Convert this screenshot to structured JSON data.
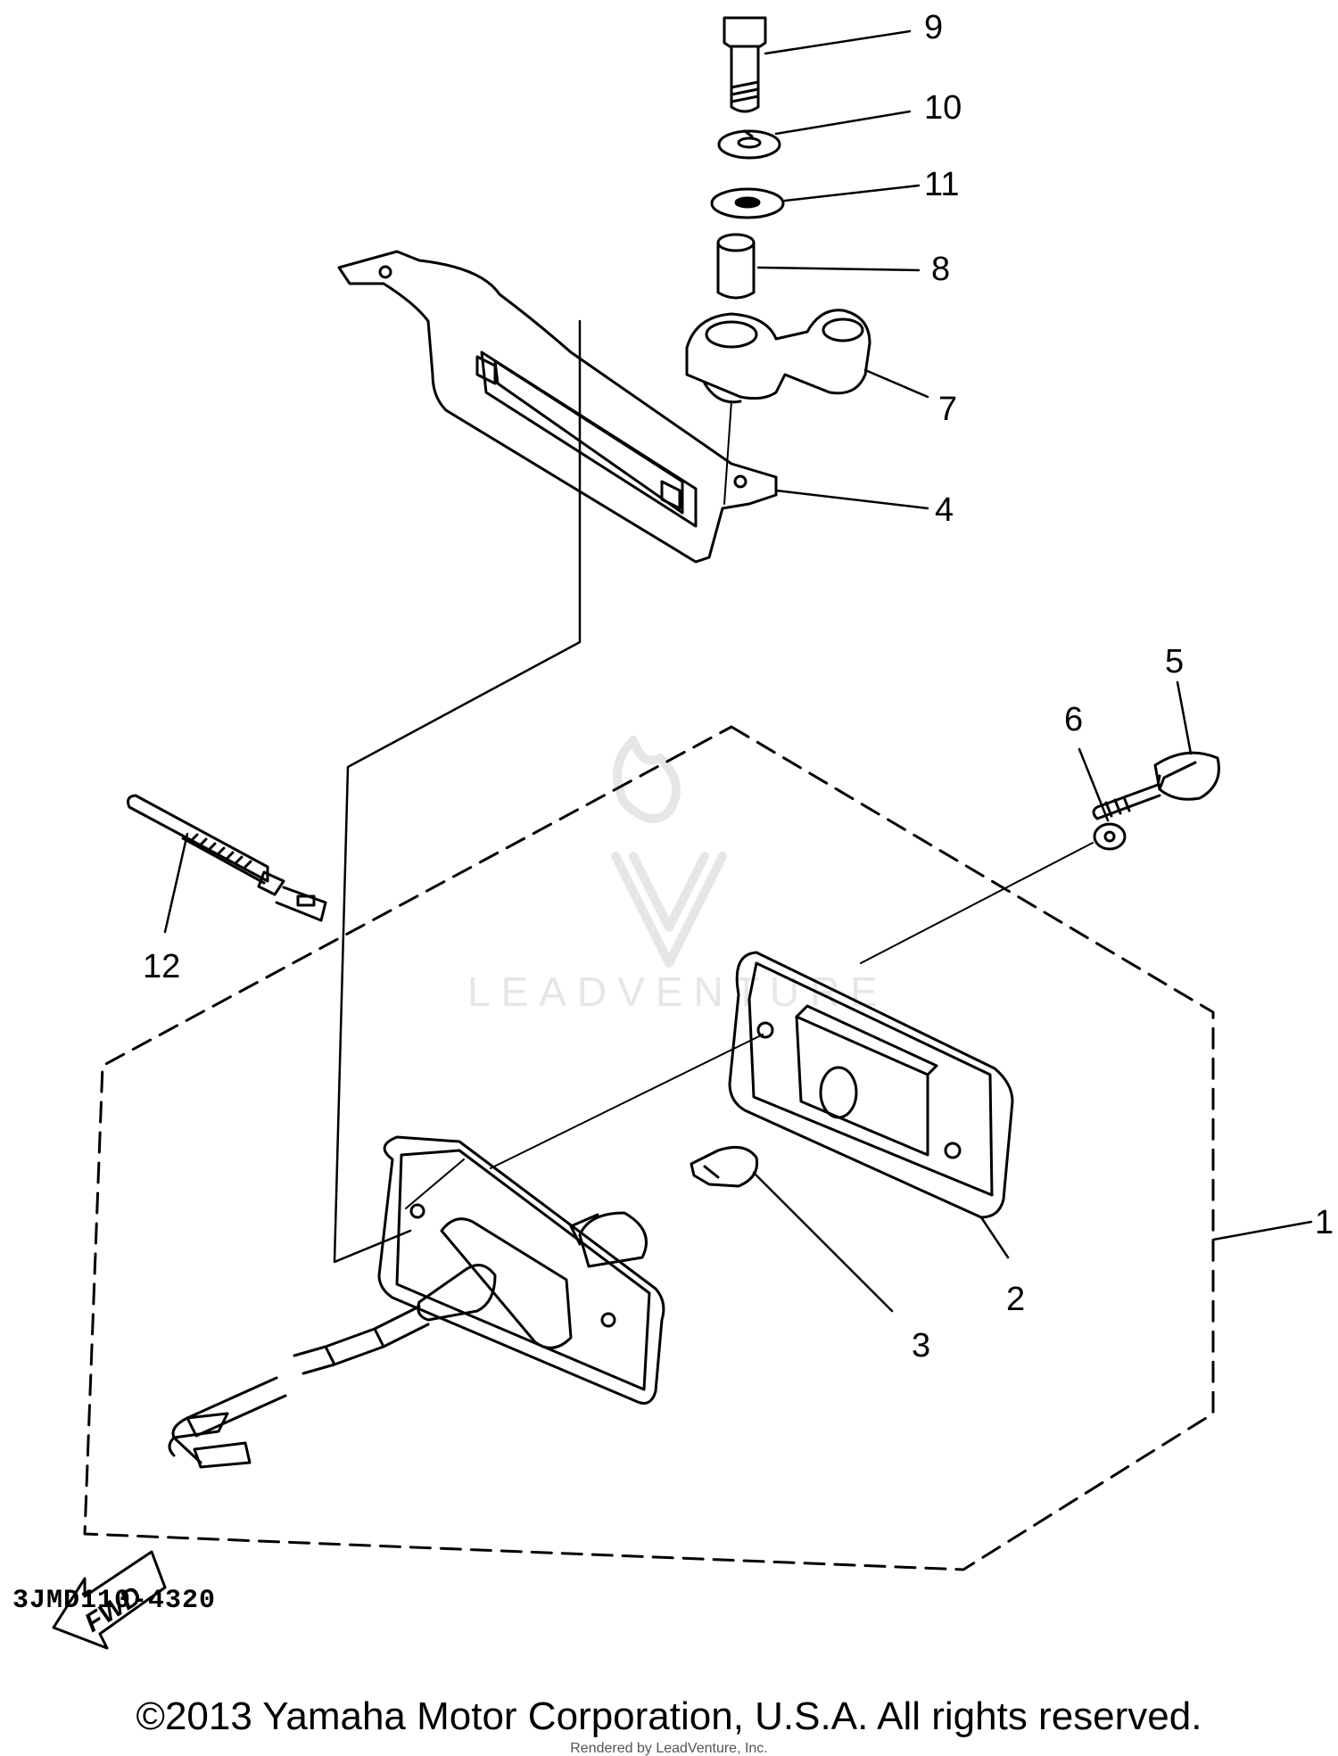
{
  "callouts": [
    {
      "id": "1",
      "label": "1"
    },
    {
      "id": "2",
      "label": "2"
    },
    {
      "id": "3",
      "label": "3"
    },
    {
      "id": "4",
      "label": "4"
    },
    {
      "id": "5",
      "label": "5"
    },
    {
      "id": "6",
      "label": "6"
    },
    {
      "id": "7",
      "label": "7"
    },
    {
      "id": "8",
      "label": "8"
    },
    {
      "id": "9",
      "label": "9"
    },
    {
      "id": "10",
      "label": "10"
    },
    {
      "id": "11",
      "label": "11"
    },
    {
      "id": "12",
      "label": "12"
    }
  ],
  "direction_arrow": {
    "label": "FWD"
  },
  "drawing_code": "3JMD110-4320",
  "copyright": "©2013 Yamaha Motor Corporation, U.S.A. All rights reserved.",
  "rendered_by": "Rendered by LeadVenture, Inc.",
  "watermark": {
    "label": "LEADVENTURE"
  }
}
